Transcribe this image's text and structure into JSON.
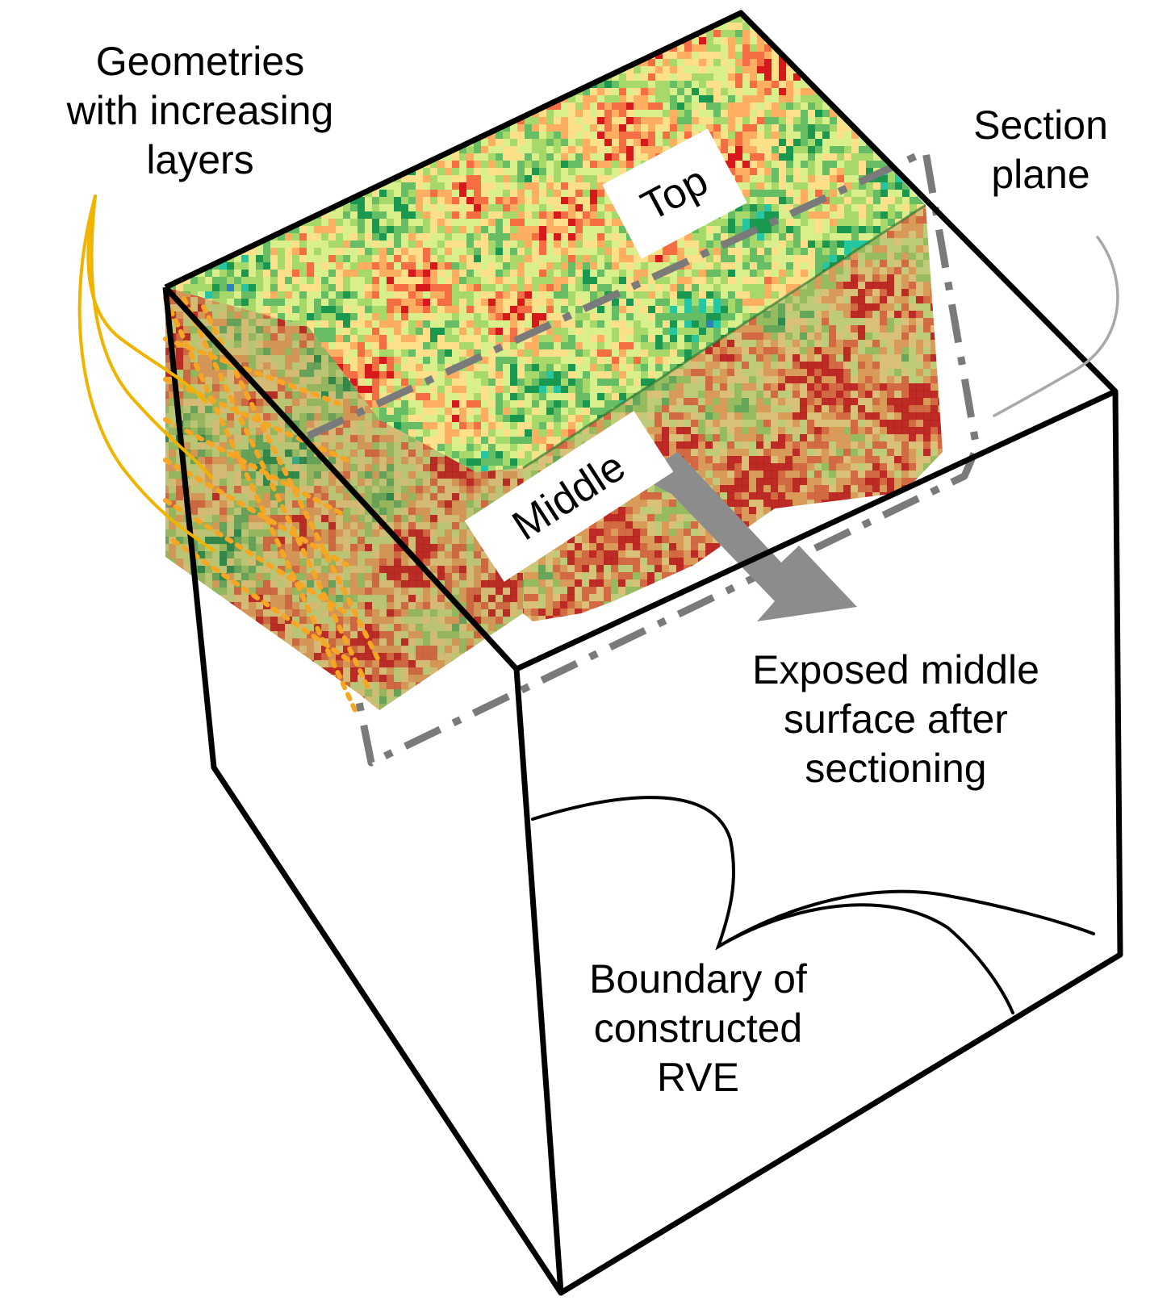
{
  "labels": {
    "geometries": [
      "Geometries",
      "with increasing",
      "layers"
    ],
    "section_plane": [
      "Section",
      "plane"
    ],
    "exposed": [
      "Exposed middle",
      "surface after",
      "sectioning"
    ],
    "boundary": [
      "Boundary of",
      "constructed",
      "RVE"
    ]
  },
  "tags": {
    "top": "Top",
    "middle": "Middle"
  },
  "colors": {
    "outline": "#000000",
    "section_plane": "#7a7a7a",
    "leader_geometries": "#f0b400",
    "leader_section": "#a8a8a8",
    "dotted_layers": "#f5a623",
    "arrow": "#8c8c8c",
    "micro_palette": [
      "#d7191c",
      "#f46d43",
      "#fdae61",
      "#fee08b",
      "#d9ef8b",
      "#a6d96a",
      "#66bd63",
      "#1a9850",
      "#26c6a0",
      "#2b83ba"
    ]
  }
}
